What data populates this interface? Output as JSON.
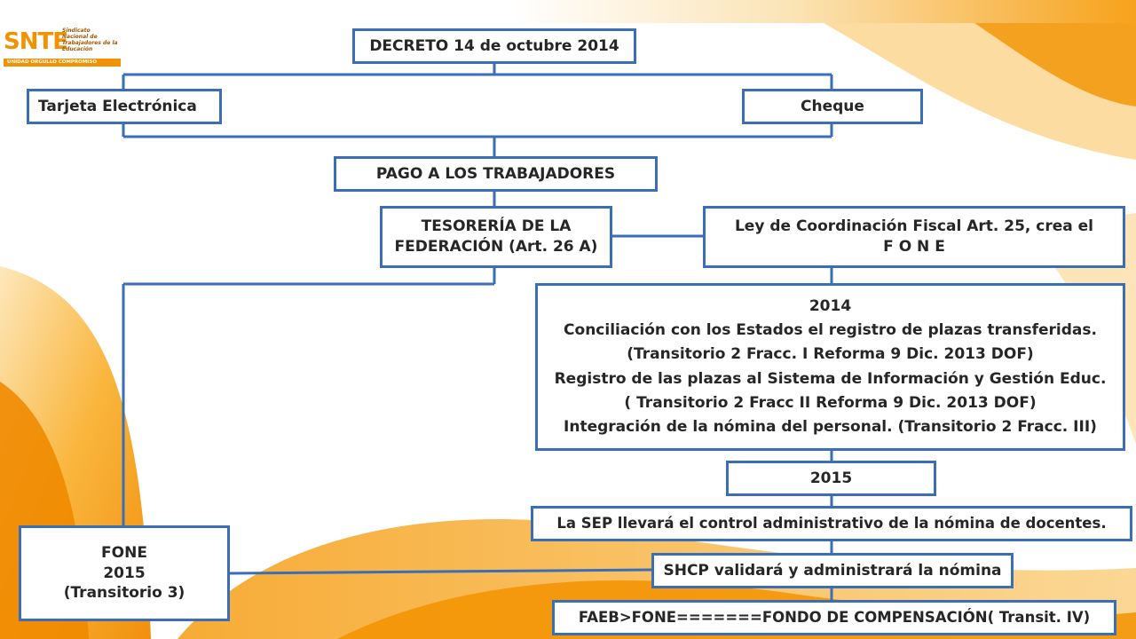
{
  "logo": {
    "mark": "SNTE",
    "subtitle": "Sindicato\nNacional de\nTrabajadores de la\nEducación",
    "motto": "UNIDAD ORGULLO COMPROMISO"
  },
  "boxes": {
    "decreto": "DECRETO 14 de octubre 2014",
    "tarjeta": "Tarjeta Electrónica",
    "cheque": "Cheque",
    "pago": "PAGO A LOS TRABAJADORES",
    "tesoreria": [
      "TESORERÍA DE LA",
      "FEDERACIÓN (Art. 26 A)"
    ],
    "ley": [
      "Ley de Coordinación Fiscal Art. 25, crea el",
      "F O N E"
    ],
    "y2014": [
      "2014",
      "Conciliación con los Estados el registro de plazas transferidas.",
      "(Transitorio 2 Fracc. I Reforma 9 Dic. 2013 DOF)",
      "Registro de las plazas al Sistema de Información y Gestión Educ.",
      "( Transitorio 2 Fracc II Reforma 9 Dic. 2013 DOF)",
      "Integración de la nómina del personal. (Transitorio 2 Fracc. III)"
    ],
    "y2015": "2015",
    "sep": "La SEP llevará el control administrativo de la nómina de docentes.",
    "fone": [
      "FONE",
      "2015",
      "(Transitorio 3)"
    ],
    "shcp": "SHCP validará y administrará la nómina",
    "faeb": "FAEB>FONE=======FONDO DE COMPENSACIÓN( Transit. IV)"
  },
  "colors": {
    "border": "#3a6fb8",
    "connector": "#3a6fb8",
    "accent": "#f39200",
    "text": "#262626"
  }
}
